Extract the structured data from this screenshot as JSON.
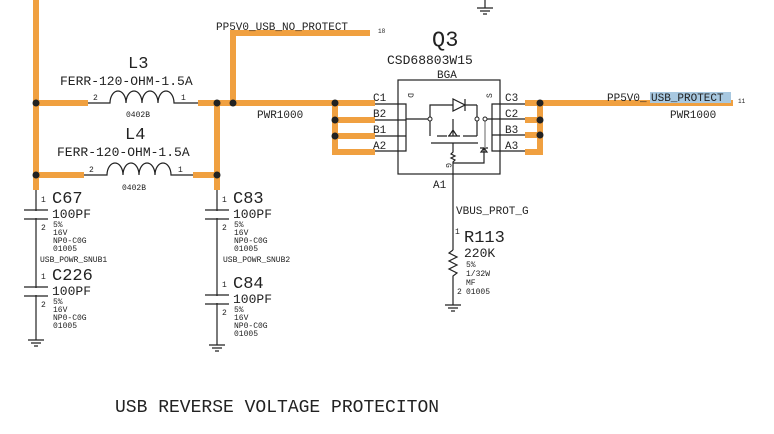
{
  "title": "USB REVERSE VOLTAGE PROTECITON",
  "wire_color": "#f0a040",
  "highlight_color": "#a8c8e0",
  "nets": {
    "no_protect": "PP5V0_USB_NO_PROTECT",
    "no_protect_page": "18",
    "protect_prefix": "PP5V0_",
    "protect_highlight": "USB_PROTECT",
    "protect_page": "11",
    "pwr_left": "PWR1000",
    "pwr_right": "PWR1000",
    "gate": "VBUS_PROT_G",
    "snub1": "USB_POWR_SNUB1",
    "snub2": "USB_POWR_SNUB2"
  },
  "L3": {
    "ref": "L3",
    "value": "FERR-120-OHM-1.5A",
    "pkg": "0402B",
    "pin_left": "2",
    "pin_right": "1"
  },
  "L4": {
    "ref": "L4",
    "value": "FERR-120-OHM-1.5A",
    "pkg": "0402B",
    "pin_left": "2",
    "pin_right": "1"
  },
  "Q3": {
    "ref": "Q3",
    "part": "CSD68803W15",
    "pkg": "BGA",
    "left_pins": [
      "C1",
      "B2",
      "B1",
      "A2"
    ],
    "right_pins": [
      "C3",
      "C2",
      "B3",
      "A3"
    ],
    "gate_pin": "A1",
    "d": "D",
    "s": "S",
    "g": "G"
  },
  "caps": [
    {
      "ref": "C67",
      "value": "100PF",
      "tol": "5%",
      "volt": "16V",
      "diel": "NP0-C0G",
      "pkg": "01005",
      "p1": "1",
      "p2": "2"
    },
    {
      "ref": "C226",
      "value": "100PF",
      "tol": "5%",
      "volt": "16V",
      "diel": "NP0-C0G",
      "pkg": "01005",
      "p1": "1",
      "p2": "2"
    },
    {
      "ref": "C83",
      "value": "100PF",
      "tol": "5%",
      "volt": "16V",
      "diel": "NP0-C0G",
      "pkg": "01005",
      "p1": "1",
      "p2": "2"
    },
    {
      "ref": "C84",
      "value": "100PF",
      "tol": "5%",
      "volt": "16V",
      "diel": "NP0-C0G",
      "pkg": "01005",
      "p1": "1",
      "p2": "2"
    }
  ],
  "R113": {
    "ref": "R113",
    "value": "220K",
    "tol": "5%",
    "power": "1/32W",
    "type": "MF",
    "pkg": "01005",
    "p1": "1",
    "p2": "2"
  }
}
